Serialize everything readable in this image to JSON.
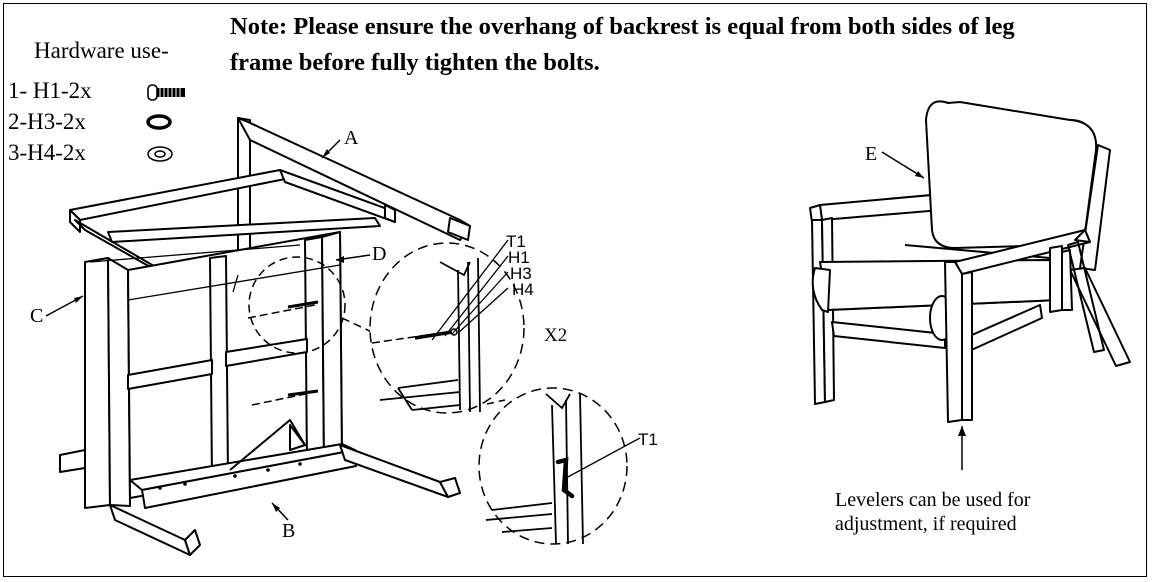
{
  "note": {
    "line1": "Note: Please ensure the overhang of backrest is equal from both sides of leg",
    "line2": "frame before fully tighten the bolts."
  },
  "hardware": {
    "title": "Hardware use-",
    "items": [
      {
        "label": "1- H1-2x",
        "icon": "bolt-icon"
      },
      {
        "label": "2-H3-2x",
        "icon": "lock-washer-icon"
      },
      {
        "label": "3-H4-2x",
        "icon": "flat-washer-icon"
      }
    ]
  },
  "parts": {
    "A": "A",
    "B": "B",
    "C": "C",
    "D": "D",
    "E": "E"
  },
  "detail": {
    "t1": "T1",
    "h1": "H1",
    "h3": "H3",
    "h4": "H4",
    "multiplier": "X2",
    "tool": "T1"
  },
  "levelers": {
    "line1": "Levelers can be used for",
    "line2": "adjustment, if required"
  }
}
